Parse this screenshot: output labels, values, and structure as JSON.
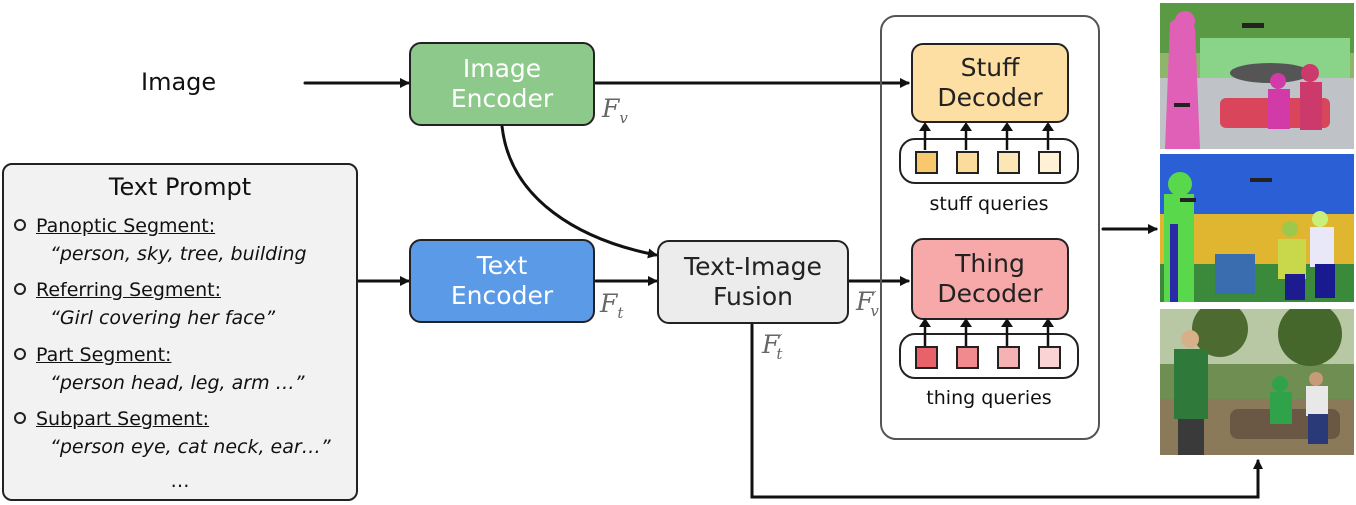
{
  "image_label": "Image",
  "image_encoder": {
    "line1": "Image",
    "line2": "Encoder"
  },
  "text_encoder": {
    "line1": "Text",
    "line2": "Encoder"
  },
  "fusion": {
    "line1": "Text-Image",
    "line2": "Fusion"
  },
  "stuff_decoder": {
    "line1": "Stuff",
    "line2": "Decoder"
  },
  "thing_decoder": {
    "line1": "Thing",
    "line2": "Decoder"
  },
  "stuff_queries_label": "stuff queries",
  "thing_queries_label": "thing queries",
  "features": {
    "fv": "F",
    "fv_sub": "v",
    "ft": "F",
    "ft_sub": "t",
    "prime": "′"
  },
  "text_prompt": {
    "title": "Text Prompt",
    "items": [
      {
        "label": "Panoptic Segment:",
        "example": "“person, sky, tree, building"
      },
      {
        "label": "Referring Segment:",
        "example": "“Girl covering her face”"
      },
      {
        "label": "Part Segment:",
        "example": "“person head, leg, arm …”"
      },
      {
        "label": "Subpart Segment:",
        "example": "“person eye, cat neck, ear…”"
      }
    ],
    "ellipsis": "…"
  },
  "colors": {
    "image_encoder": "#8dc98b",
    "text_encoder": "#5b9ae6",
    "fusion": "#ececec",
    "stuff_decoder": "#fddea3",
    "thing_decoder": "#f7a9a9",
    "stuff_query_fills": [
      "#f8c96c",
      "#fbdc9c",
      "#fde6b6",
      "#fef1d6"
    ],
    "thing_query_fills": [
      "#e8626a",
      "#f08a8f",
      "#f6b1b4",
      "#fad3d4"
    ]
  }
}
